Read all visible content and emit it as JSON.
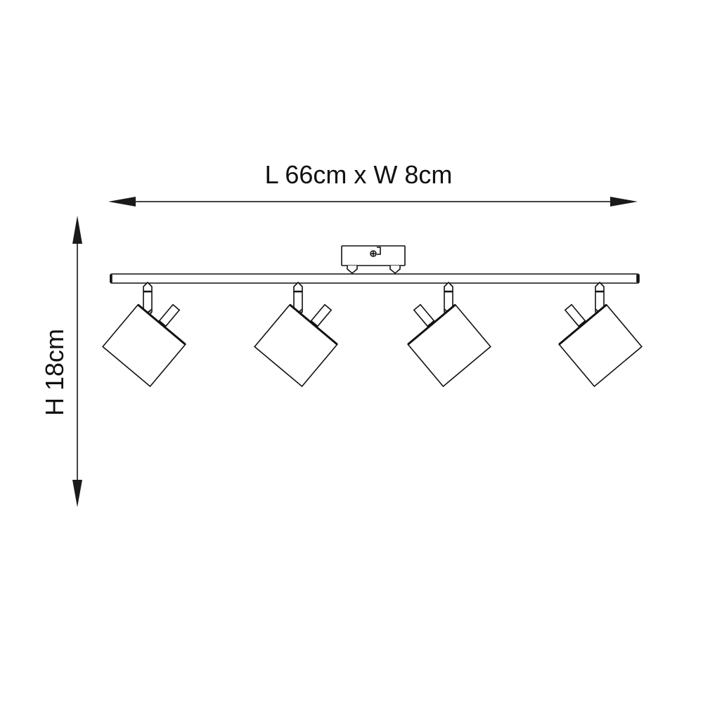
{
  "diagram": {
    "subject": "4-light ceiling spotlight bar",
    "dimensions": {
      "length_width_label": "L 66cm x W 8cm",
      "height_label": "H 18cm"
    },
    "colors": {
      "line": "#111111",
      "arrow": "#1a1a1a",
      "background": "#ffffff"
    },
    "components": {
      "ceiling_plate": "ceiling-mount-plate",
      "bar": "horizontal-bar",
      "spotlights": [
        {
          "index": 1,
          "orientation": "tilted-left"
        },
        {
          "index": 2,
          "orientation": "tilted-left"
        },
        {
          "index": 3,
          "orientation": "tilted-right"
        },
        {
          "index": 4,
          "orientation": "tilted-right"
        }
      ]
    }
  }
}
